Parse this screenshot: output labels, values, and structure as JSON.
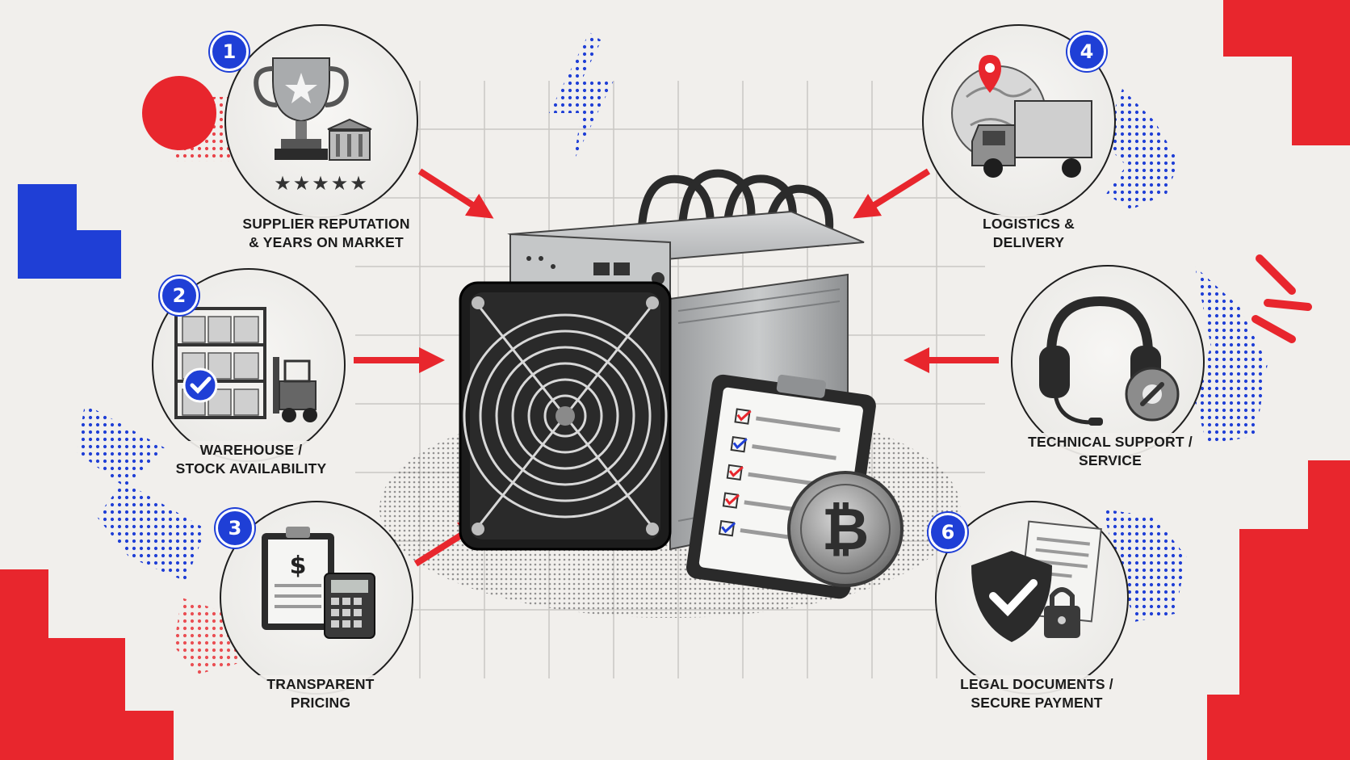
{
  "factors": [
    {
      "number": "1",
      "line1": "SUPPLIER REPUTATION",
      "line2": "& YEARS ON MARKET",
      "icon": "trophy-icon"
    },
    {
      "number": "2",
      "line1": "WAREHOUSE /",
      "line2": "STOCK AVAILABILITY",
      "icon": "warehouse-icon"
    },
    {
      "number": "3",
      "line1": "TRANSPARENT",
      "line2": "PRICING",
      "icon": "price-calculator-icon"
    },
    {
      "number": "4",
      "line1": "LOGISTICS &",
      "line2": "DELIVERY",
      "icon": "delivery-truck-icon"
    },
    {
      "number": "",
      "line1": "TECHNICAL SUPPORT /",
      "line2": "SERVICE",
      "icon": "headset-icon"
    },
    {
      "number": "6",
      "line1": "LEGAL DOCUMENTS /",
      "line2": "SECURE PAYMENT",
      "icon": "secure-shield-icon"
    }
  ],
  "center": {
    "icon": "asic-miner-icon",
    "checklist_icon": "checklist-icon",
    "coin_icon": "bitcoin-coin-icon"
  },
  "colors": {
    "accent_red": "#e8262d",
    "accent_blue": "#1f3fd6",
    "ink": "#1b1b1b",
    "background": "#f1efec"
  }
}
